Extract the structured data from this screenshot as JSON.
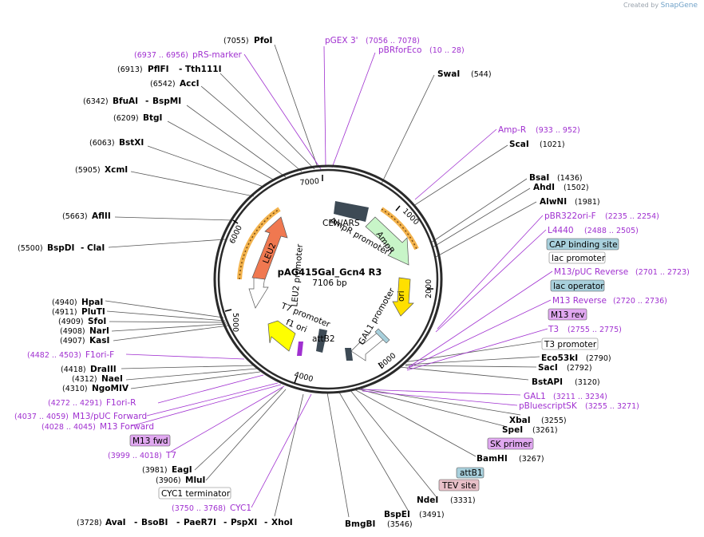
{
  "credit": {
    "prefix": "Created by",
    "brand": "SnapGene"
  },
  "plasmid": {
    "name": "pAG415Gal_Gcn4 R3",
    "size": "7106 bp"
  },
  "ticks": [
    "1000",
    "2000",
    "3000",
    "4000",
    "5000",
    "6000",
    "7000"
  ],
  "features_inside": {
    "cen_ars": "CEN/ARS",
    "ampr_promoter": "AmpR promoter",
    "ampr": "AmpR",
    "ori": "ori",
    "gal1_promoter": "GAL1 promoter",
    "attb2": "attB2",
    "t7_promoter": "T7 promoter",
    "f1_ori": "f1 ori",
    "leu2": "LEU2",
    "leu2_promoter": "LEU2 promoter"
  },
  "labels": {
    "pfoi": {
      "name": "PfoI",
      "pos": "(7055)"
    },
    "pgex3": {
      "name": "pGEX 3'",
      "pos": "(7056 .. 7078)"
    },
    "pbrforeco": {
      "name": "pBRforEco",
      "pos": "(10 .. 28)"
    },
    "prs_marker": {
      "name": "pRS-marker",
      "pos": "(6937 .. 6956)"
    },
    "pflfi": {
      "name": "PflFI",
      "sep": "-",
      "name2": "Tth111I",
      "pos": "(6913)"
    },
    "acci": {
      "name": "AccI",
      "pos": "(6542)"
    },
    "bfuai": {
      "name": "BfuAI",
      "sep": "-",
      "name2": "BspMI",
      "pos": "(6342)"
    },
    "btgi": {
      "name": "BtgI",
      "pos": "(6209)"
    },
    "bstxi": {
      "name": "BstXI",
      "pos": "(6063)"
    },
    "xcmi": {
      "name": "XcmI",
      "pos": "(5905)"
    },
    "aflii": {
      "name": "AflII",
      "pos": "(5663)"
    },
    "bspdi": {
      "name": "BspDI",
      "sep": "-",
      "name2": "ClaI",
      "pos": "(5500)"
    },
    "hpai": {
      "name": "HpaI",
      "pos": "(4940)"
    },
    "pluti": {
      "name": "PluTI",
      "pos": "(4911)"
    },
    "sfoi": {
      "name": "SfoI",
      "pos": "(4909)"
    },
    "nari": {
      "name": "NarI",
      "pos": "(4908)"
    },
    "kasi": {
      "name": "KasI",
      "pos": "(4907)"
    },
    "f1ori_f": {
      "name": "F1ori-F",
      "pos": "(4482 .. 4503)"
    },
    "draiii": {
      "name": "DraIII",
      "pos": "(4418)"
    },
    "naei": {
      "name": "NaeI",
      "pos": "(4312)"
    },
    "ngomiv": {
      "name": "NgoMIV",
      "pos": "(4310)"
    },
    "f1ori_r": {
      "name": "F1ori-R",
      "pos": "(4272 .. 4291)"
    },
    "m13puc_fwd": {
      "name": "M13/pUC Forward",
      "pos": "(4037 .. 4059)"
    },
    "m13_forward": {
      "name": "M13 Forward",
      "pos": "(4028 .. 4045)"
    },
    "m13_fwd_box": {
      "name": "M13 fwd"
    },
    "t7": {
      "name": "T7",
      "pos": "(3999 .. 4018)"
    },
    "eagi": {
      "name": "EagI",
      "pos": "(3981)"
    },
    "mlui": {
      "name": "MluI",
      "pos": "(3906)"
    },
    "cyc1_term": {
      "name": "CYC1 terminator"
    },
    "cyc1": {
      "name": "CYC1",
      "pos": "(3750 .. 3768)"
    },
    "bottom_row": {
      "pos": "(3728)",
      "n1": "AvaI",
      "n2": "BsoBI",
      "n3": "PaeR7I",
      "n4": "PspXI",
      "n5": "XhoI",
      "sep": "-"
    },
    "bmgbi": {
      "name": "BmgBI"
    },
    "bspei": {
      "name": "BspEI",
      "pos1": "(3546)",
      "pos2": "(3491)"
    },
    "ndei": {
      "name": "NdeI",
      "pos": "(3331)"
    },
    "tev": {
      "name": "TEV site"
    },
    "attb1": {
      "name": "attB1"
    },
    "bamhi": {
      "name": "BamHI",
      "pos": "(3267)"
    },
    "sk_primer": {
      "name": "SK primer"
    },
    "spei": {
      "name": "SpeI",
      "pos": "(3261)"
    },
    "xbai": {
      "name": "XbaI",
      "pos": "(3255)"
    },
    "pbluescript": {
      "name": "pBluescriptSK",
      "pos": "(3255 .. 3271)"
    },
    "gal1": {
      "name": "GAL1",
      "pos": "(3211 .. 3234)"
    },
    "bstapi": {
      "name": "BstAPI",
      "pos": "(3120)"
    },
    "saci": {
      "name": "SacI",
      "pos": "(2792)"
    },
    "eco53ki": {
      "name": "Eco53kI",
      "pos": "(2790)"
    },
    "t3_promoter": {
      "name": "T3 promoter"
    },
    "t3": {
      "name": "T3",
      "pos": "(2755 .. 2775)"
    },
    "m13_rev_box": {
      "name": "M13 rev"
    },
    "m13_reverse": {
      "name": "M13 Reverse",
      "pos": "(2720 .. 2736)"
    },
    "lac_operator": {
      "name": "lac operator"
    },
    "m13puc_rev": {
      "name": "M13/pUC Reverse",
      "pos": "(2701 .. 2723)"
    },
    "lac_promoter": {
      "name": "lac promoter"
    },
    "cap_site": {
      "name": "CAP binding site"
    },
    "l4440": {
      "name": "L4440",
      "pos": "(2488 .. 2505)"
    },
    "pbr322ori_f": {
      "name": "pBR322ori-F",
      "pos": "(2235 .. 2254)"
    },
    "alwni": {
      "name": "AlwNI",
      "pos": "(1981)"
    },
    "ahdi": {
      "name": "AhdI",
      "pos": "(1502)"
    },
    "bsai": {
      "name": "BsaI",
      "pos": "(1436)"
    },
    "scai": {
      "name": "ScaI",
      "pos": "(1021)"
    },
    "amp_r": {
      "name": "Amp-R",
      "pos": "(933 .. 952)"
    },
    "swai": {
      "name": "SwaI",
      "pos": "(544)"
    }
  },
  "colors": {
    "primer": "#a030d0",
    "leu2": "#f07850",
    "ampr": "#c8f5c8",
    "ori": "#ffe000",
    "f1ori": "#ffff00",
    "cen_ars": "#3d4a55",
    "box_blue": "#a8d0dc",
    "box_purple": "#e0a8f0",
    "box_pink": "#e8c0c8",
    "orf_arc": "#f0a020"
  }
}
